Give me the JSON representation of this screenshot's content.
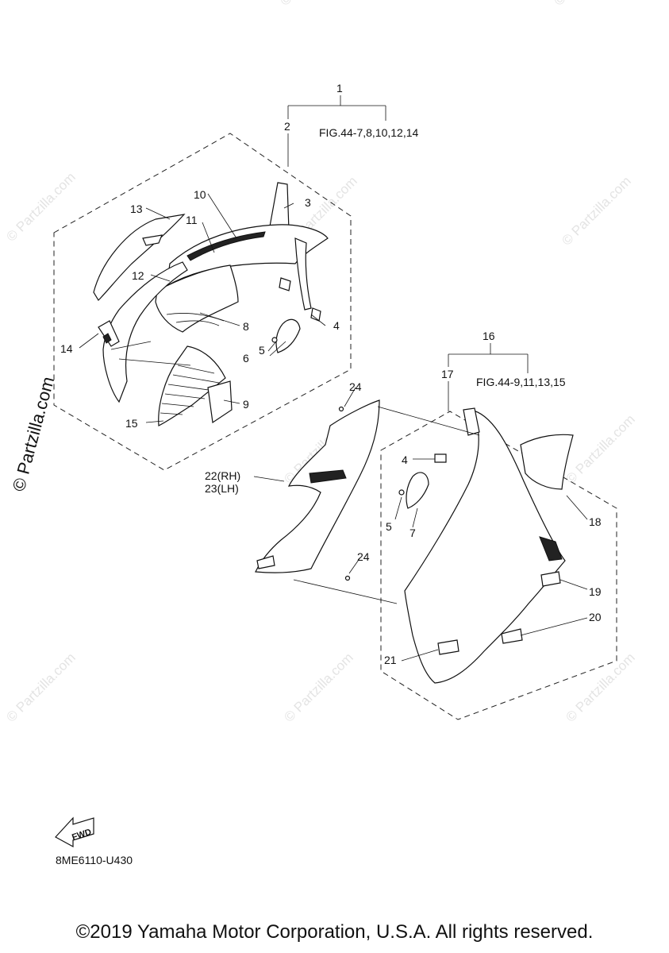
{
  "callouts": {
    "c1": "1",
    "c2": "2",
    "c3": "3",
    "c4a": "4",
    "c5a": "5",
    "c6": "6",
    "c8": "8",
    "c9": "9",
    "c10": "10",
    "c11": "11",
    "c12": "12",
    "c13": "13",
    "c14": "14",
    "c15": "15",
    "c16": "16",
    "c17": "17",
    "c18": "18",
    "c19": "19",
    "c20": "20",
    "c21": "21",
    "c22": "22(RH)",
    "c23": "23(LH)",
    "c24a": "24",
    "c24b": "24",
    "c4b": "4",
    "c5b": "5",
    "c7": "7"
  },
  "fig_refs": {
    "upper": "FIG.44-7,8,10,12,14",
    "lower": "FIG.44-9,11,13,15"
  },
  "fwd_label": "FWD",
  "diagram_code": "8ME6110-U430",
  "watermark": "© Partzilla.com",
  "copyright": "©2019 Yamaha Motor Corporation, U.S.A. All rights reserved.",
  "colors": {
    "ink": "#111111",
    "watermark": "#e4e4e4",
    "background": "#ffffff"
  }
}
